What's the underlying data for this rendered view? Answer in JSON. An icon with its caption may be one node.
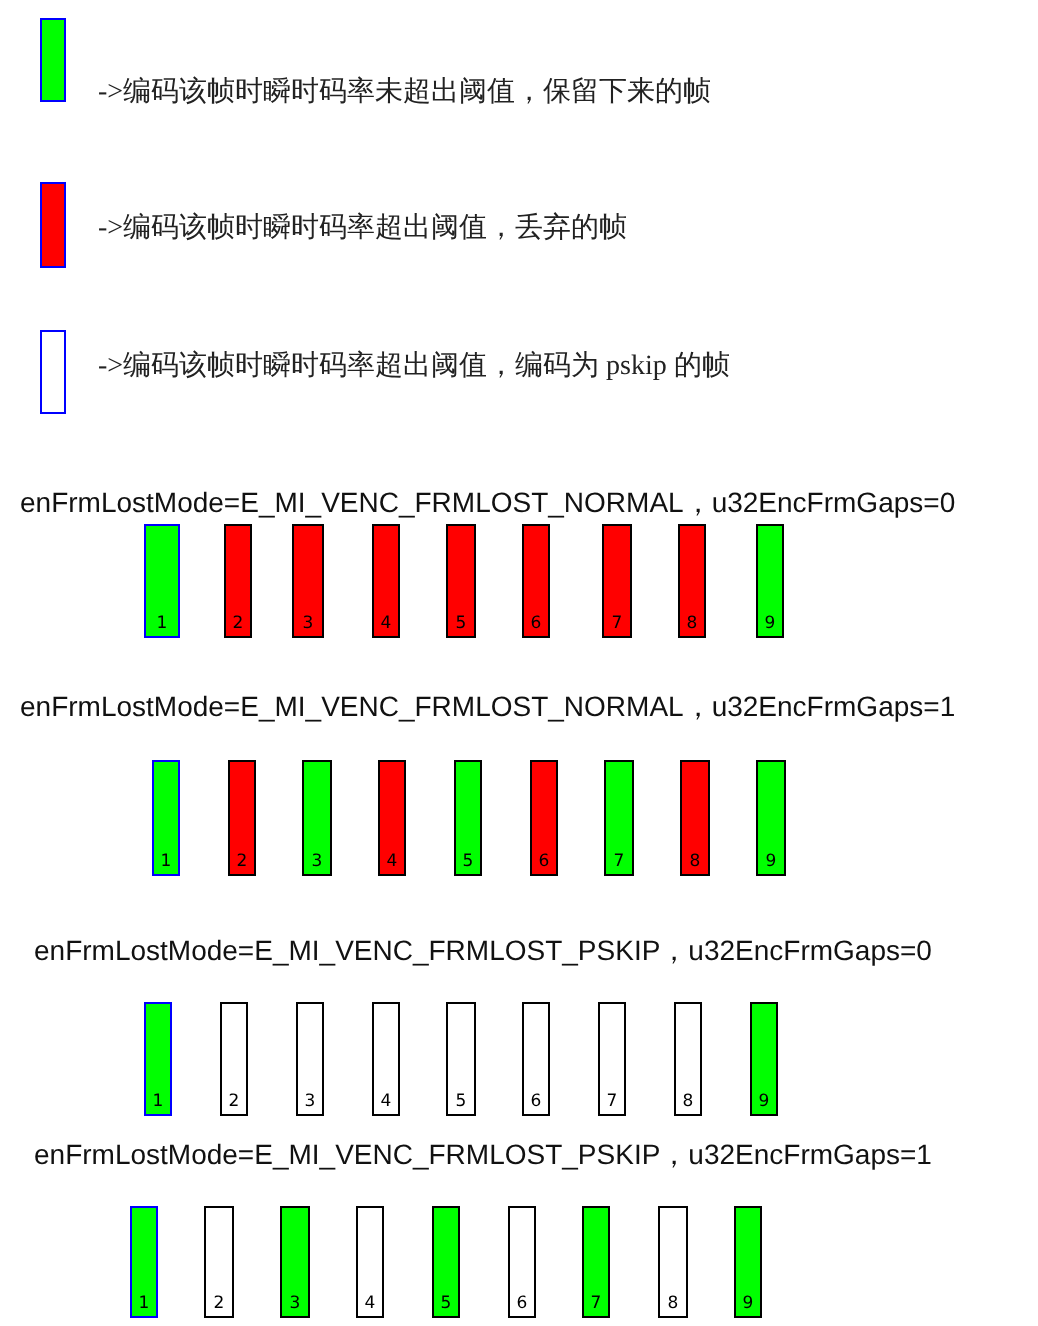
{
  "diagram": {
    "nodes": [
      {
        "text": [
          "1"
        ]
      },
      {
        "text": [
          "2"
        ]
      },
      {
        "text": [
          "3"
        ]
      },
      {
        "text": [
          "4"
        ]
      },
      {
        "text": [
          "5"
        ]
      },
      {
        "text": [
          "6"
        ]
      },
      {
        "text": [
          "7"
        ]
      },
      {
        "text": [
          "8"
        ]
      },
      {
        "text": [
          "9"
        ]
      },
      {
        "text": [
          "1"
        ]
      },
      {
        "text": [
          "2"
        ]
      },
      {
        "text": [
          "3"
        ]
      },
      {
        "text": [
          "4"
        ]
      },
      {
        "text": [
          "5"
        ]
      },
      {
        "text": [
          "6"
        ]
      },
      {
        "text": [
          "7"
        ]
      },
      {
        "text": [
          "8"
        ]
      },
      {
        "text": [
          "9"
        ]
      },
      {
        "text": [
          "1"
        ]
      },
      {
        "text": [
          "2"
        ]
      },
      {
        "text": [
          "3"
        ]
      },
      {
        "text": [
          "4"
        ]
      },
      {
        "text": [
          "5"
        ]
      },
      {
        "text": [
          "6"
        ]
      },
      {
        "text": [
          "7"
        ]
      },
      {
        "text": [
          "8"
        ]
      },
      {
        "text": [
          "9"
        ]
      },
      {
        "text": [
          "1"
        ]
      },
      {
        "text": [
          "2"
        ]
      },
      {
        "text": [
          "3"
        ]
      },
      {
        "text": [
          "4"
        ]
      },
      {
        "text": [
          "5"
        ]
      },
      {
        "text": [
          "6"
        ]
      },
      {
        "text": [
          "7"
        ]
      },
      {
        "text": [
          "8"
        ]
      },
      {
        "text": [
          "9"
        ]
      }
    ],
    "edges": [],
    "labels": [
      "enFrmLostMode=E_MI_VENC_FRMLOST_NORMAL，u32EncFrmGaps=0",
      "enFrmLostMode=E_MI_VENC_FRMLOST_NORMAL，u32EncFrmGaps=1",
      "enFrmLostMode=E_MI_VENC_FRMLOST_PSKIP，u32EncFrmGaps=0",
      "enFrmLostMode=E_MI_VENC_FRMLOST_PSKIP，u32EncFrmGaps=1"
    ],
    "legend": [
      {
        "text": "->编码该帧时瞬时码率未超出阈值，保留下来的帧",
        "color": "#00ff00"
      },
      {
        "text": "->编码该帧时瞬时码率超出阈值，丢弃的帧",
        "color": "#ff0000"
      },
      {
        "text": "->编码该帧时瞬时码率超出阈值，编码为 pskip 的帧",
        "color": "#ffffff"
      }
    ]
  }
}
